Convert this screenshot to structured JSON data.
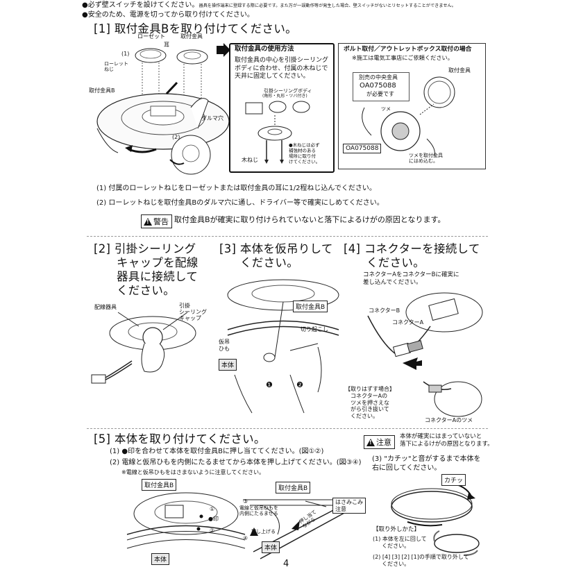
{
  "top_notes": [
    {
      "lead": "●必ず壁スイッチを設けてください。",
      "rest": "器具を操作端末に登録する際に必要です。また万が一誤動作等が発生した場合、壁スイッチがないとリセットすることができません。"
    },
    {
      "lead": "●安全のため、電源を切ってから取り付けてください。",
      "rest": ""
    }
  ],
  "section1": {
    "title": "[1] 取付金具Bを取り付けてください。",
    "labels": {
      "rosette": "ローゼット",
      "bracket": "取付金具",
      "ear": "耳",
      "num1": "(1)",
      "knurl": "ローレット\nねじ",
      "bracketB": "取付金具B",
      "daruma": "ダルマ穴",
      "num2": "(2)"
    },
    "usage_box": {
      "title": "取付金具の使用方法",
      "body": "取付金具の中心を引掛シーリング\nボディに合わせ、付属の木ねじで\n天井に固定してください。",
      "ceiling_body": "引掛シーリングボディ",
      "ceiling_body_sub": "(角形・丸形・ツバ付き)",
      "wood_screw": "木ねじ",
      "wood_note": "●木ねじは必ず\n補強材のある\n場所に取り付\nけてください。"
    },
    "bolt_box": {
      "title": "ボルト取付／アウトレットボックス取付の場合",
      "note": "※施工は電気工事店にご依頼ください。",
      "sold_sep": "別売の中央金具",
      "part_code": "OA075088",
      "needed": "が必要です",
      "bracket": "取付金具",
      "tab": "ツメ",
      "part_code2": "OA075088",
      "insert_note": "ツメを取付金具\nにはめ込む。"
    },
    "steps": [
      "(1) 付属のローレットねじをローゼットまたは取付金具の耳に1/2程ねじ込んでください。",
      "(2) ローレットねじを取付金具Bのダルマ穴に通し、ドライバー等で確実にしめてください。"
    ],
    "warning_label": "警告",
    "warning_text": "取付金具Bが確実に取り付けられていないと落下によるけがの原因となります。"
  },
  "section2": {
    "title_lines": [
      "[2] 引掛シーリング",
      "キャップを配線",
      "器具に接続して",
      "ください。"
    ],
    "wiring": "配線器具",
    "cap": "引掛\nシーリング\nキャップ"
  },
  "section3": {
    "title_lines": [
      "[3] 本体を仮吊りして",
      "ください。"
    ],
    "bracketB": "取付金具B",
    "cutout": "切り起こし",
    "temp_cord": "仮吊\nひも",
    "body": "本体",
    "n1": "❶",
    "n2": "❷"
  },
  "section4": {
    "title_lines": [
      "[4] コネクターを接続して",
      "ください。"
    ],
    "instruction": "コネクターAをコネクターBに確実に\n差し込んでください。",
    "connB": "コネクターB",
    "connA": "コネクターA",
    "remove_title": "【取りはずす場合】",
    "remove_body": "コネクターAの\nツメを押さえな\nがら引き抜いて\nください。",
    "tab_label": "コネクターAのツメ"
  },
  "section5": {
    "title": "[5] 本体を取り付けてください。",
    "steps": [
      "(1) ●印を合わせて本体を取付金具Bに押し当ててください。(図①②)",
      "(2) 電線と仮吊ひもを内側にたるませてから本体を押し上げてください。(図③④)"
    ],
    "step2_note": "※電線と仮吊ひもをはさまないように注意してください。",
    "caution_label": "注意",
    "caution_text": "本体が確実にはまっていないと\n落下によるけがの原因となります。",
    "step3": "(3) \"カチッ\"と音がするまで本体を\n右に回してください。",
    "click": "カチッ",
    "bracketB": "取付金具B",
    "circle1": "①",
    "mark": "●印",
    "circle2": "②",
    "body": "本体",
    "bracketB2": "取付金具B",
    "circle3": "③",
    "slack": "電線と仮吊ひもを\n内側にたるませる",
    "pinch": "はさみこみ\n注意",
    "circle4": "④",
    "push_up": "押し上げる",
    "push_while": "押し当て\nながら",
    "remove_title": "【取り外しかた】",
    "remove_1": "(1) 本体を左に回して\n　  ください。",
    "remove_2": "(2) [4] [3] [2] [1]の手順で取り外して\n　  ください。",
    "body2": "本体"
  },
  "page_number": "4"
}
